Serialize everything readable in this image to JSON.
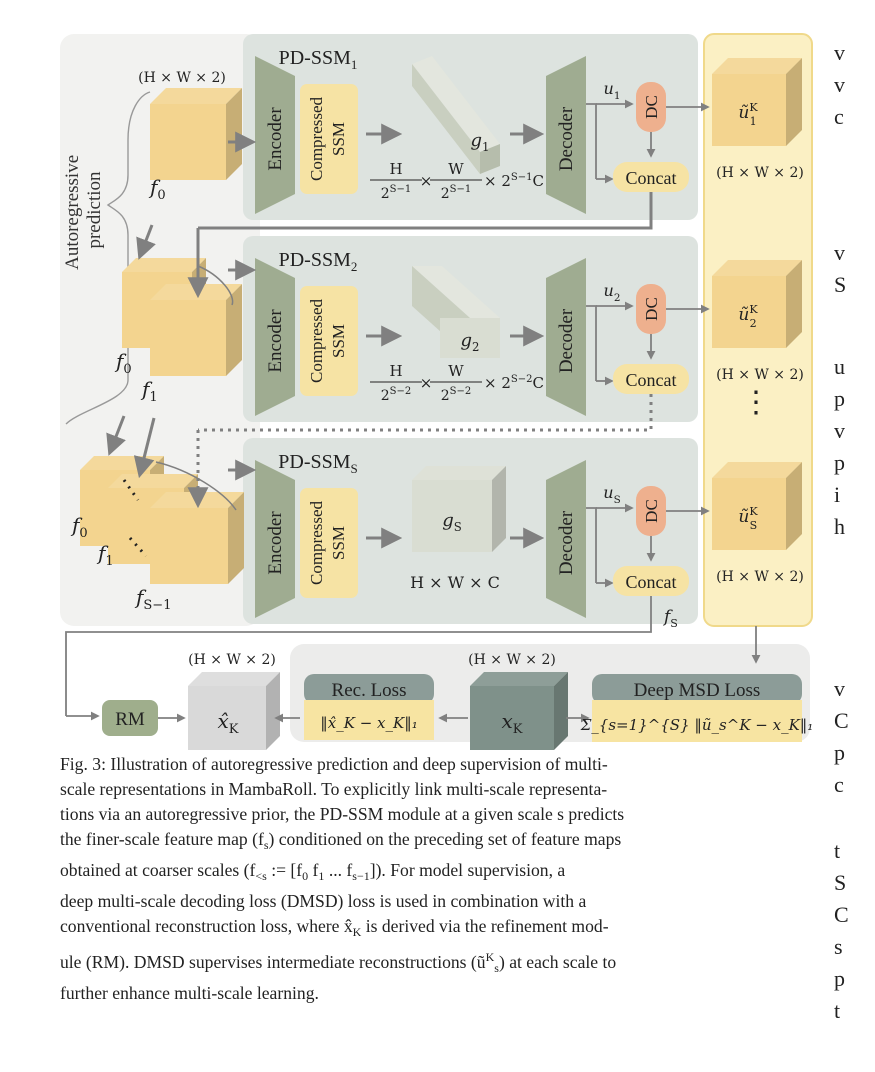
{
  "figure": {
    "left_panel_label": "Autoregressive\nprediction",
    "blocks": [
      {
        "title": "PD-SSM",
        "title_sub": "1",
        "encoder": "Encoder",
        "ssm": "Compressed\nSSM",
        "decoder": "Decoder",
        "latent": "g",
        "latent_sub": "1",
        "dims": "H/2^{S−1} × W/2^{S−1} × 2^{S−1}C",
        "dims_h_num": "H",
        "dims_h_den": "2^{S−1}",
        "dims_w_num": "W",
        "dims_w_den": "2^{S−1}",
        "dims_tail": "× 2^{S−1}C",
        "u": "u",
        "u_sub": "1",
        "dc": "DC",
        "concat": "Concat",
        "output": "ũ",
        "output_sub": "1",
        "output_sup": "K",
        "output_dims": "(H × W × 2)"
      },
      {
        "title": "PD-SSM",
        "title_sub": "2",
        "encoder": "Encoder",
        "ssm": "Compressed\nSSM",
        "decoder": "Decoder",
        "latent": "g",
        "latent_sub": "2",
        "dims_h_num": "H",
        "dims_h_den": "2^{S−2}",
        "dims_w_num": "W",
        "dims_w_den": "2^{S−2}",
        "dims_tail": "× 2^{S−2}C",
        "u": "u",
        "u_sub": "2",
        "dc": "DC",
        "concat": "Concat",
        "output": "ũ",
        "output_sub": "2",
        "output_sup": "K",
        "output_dims": "(H × W × 2)"
      },
      {
        "title": "PD-SSM",
        "title_sub": "S",
        "encoder": "Encoder",
        "ssm": "Compressed\nSSM",
        "decoder": "Decoder",
        "latent": "g",
        "latent_sub": "S",
        "dims_plain": "H × W × C",
        "u": "u",
        "u_sub": "S",
        "dc": "DC",
        "concat": "Concat",
        "output": "ũ",
        "output_sub": "S",
        "output_sup": "K",
        "output_dims": "(H × W × 2)"
      }
    ],
    "input_dims": "(H × W × 2)",
    "feature_labels": {
      "f0": "f",
      "f0_sub": "0",
      "f1": "f",
      "f1_sub": "1",
      "fS1": "f",
      "fS1_sub": "S−1",
      "fS": "f",
      "fS_sub": "S"
    },
    "vdots": "⋮",
    "bottom": {
      "rm": "RM",
      "xhat_dims": "(H × W × 2)",
      "xhat": "x̂",
      "xhat_sub": "K",
      "rec_loss_title": "Rec. Loss",
      "rec_loss_formula": "‖x̂_K − x_K‖₁",
      "xk_dims": "(H × W × 2)",
      "xk": "x",
      "xk_sub": "K",
      "msd_title": "Deep MSD Loss",
      "msd_formula": "Σ_{s=1}^{S} ‖ũ_s^K − x_K‖₁"
    }
  },
  "caption": "Fig. 3: Illustration of autoregressive prediction and deep supervision of multi-scale representations in MambaRoll. To explicitly link multi-scale representations via an autoregressive prior, the PD-SSM module at a given scale s predicts the finer-scale feature map (f_s) conditioned on the preceding set of feature maps obtained at coarser scales (f_{<s} := [f0 f1 ... f_{s−1}]). For model supervision, a deep multi-scale decoding loss (DMSD) loss is used in combination with a conventional reconstruction loss, where x̂_K is derived via the refinement module (RM). DMSD supervises intermediate reconstructions (ũ_s^K) at each scale to further enhance multi-scale learning.",
  "caption_lines": [
    "Fig. 3: Illustration of autoregressive prediction and deep supervision of multi-",
    "scale representations in MambaRoll. To explicitly link multi-scale representa-",
    "tions via an autoregressive prior, the PD-SSM module at a given scale s predicts",
    "the finer-scale feature map (f",
    "s",
    ") conditioned on the preceding set of feature maps",
    "obtained at coarser scales (f",
    "<s",
    " := [f",
    "0",
    " f",
    "1",
    " ... f",
    "s−1",
    "]). For model supervision, a",
    "deep multi-scale decoding loss (DMSD) loss is used in combination with a",
    "conventional reconstruction loss, where x̂",
    "K",
    " is derived via the refinement mod-",
    "ule (RM). DMSD supervises intermediate reconstructions (ũ",
    "K",
    "s",
    ") at each scale to",
    "further enhance multi-scale learning."
  ],
  "right_column_fragments": [
    "v",
    "v",
    "c",
    "v",
    "S",
    "u",
    "p",
    "v",
    "p",
    "i",
    "h",
    "v",
    "C",
    "p",
    "c",
    "t",
    "S",
    "C",
    "s",
    "p",
    "t"
  ],
  "colors": {
    "panel_bg": "#f2f2f0",
    "block_bg": "#dde3df",
    "encoder": "#9fac91",
    "ssm": "#f6e3a4",
    "cube_front": "#f3d48f",
    "dc": "#eeb08e",
    "concat": "#f6e3a4",
    "output_panel": "#fbf0c4",
    "rm": "#9fae8c",
    "loss_header": "#8c9c98",
    "loss_body": "#f7e4a2",
    "xk_cube": "#7f918a",
    "xhat_cube": "#d9d9d9"
  }
}
